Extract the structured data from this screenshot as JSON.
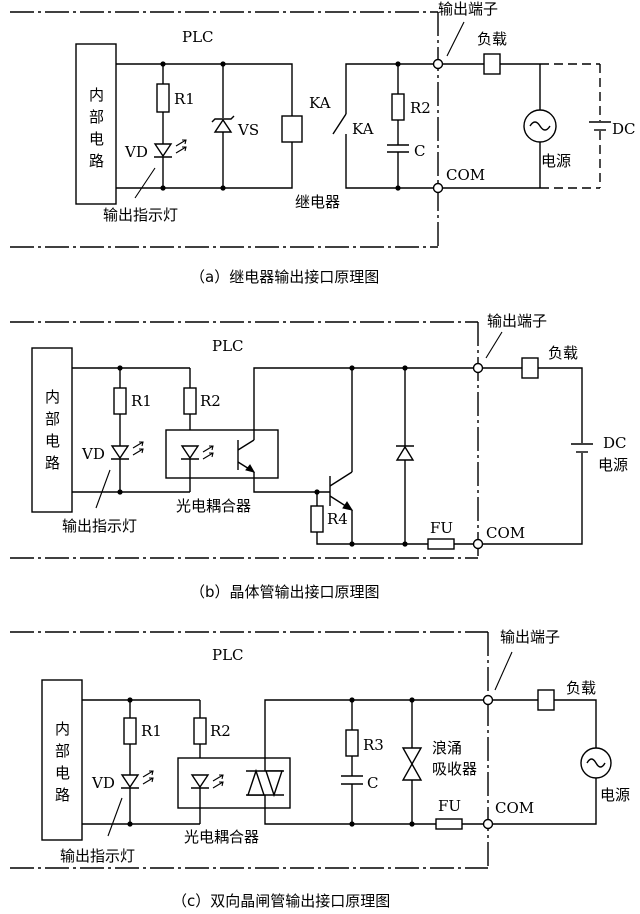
{
  "diagram_a": {
    "plc": "PLC",
    "internal": [
      "内",
      "部",
      "电",
      "路"
    ],
    "r1": "R1",
    "vd": "VD",
    "vs": "VS",
    "ka_coil": "KA",
    "ka_contact": "KA",
    "r2": "R2",
    "c": "C",
    "indicator": "输出指示灯",
    "relay": "继电器",
    "out_terminal": "输出端子",
    "load": "负载",
    "com": "COM",
    "power": "电源",
    "dc": "DC",
    "caption": "（a）继电器输出接口原理图"
  },
  "diagram_b": {
    "plc": "PLC",
    "internal": [
      "内",
      "部",
      "电",
      "路"
    ],
    "r1": "R1",
    "r2": "R2",
    "r4": "R4",
    "vd": "VD",
    "indicator": "输出指示灯",
    "coupler": "光电耦合器",
    "fu": "FU",
    "com": "COM",
    "out_terminal": "输出端子",
    "load": "负载",
    "dc": "DC",
    "power": "电源",
    "caption": "（b）晶体管输出接口原理图"
  },
  "diagram_c": {
    "plc": "PLC",
    "internal": [
      "内",
      "部",
      "电",
      "路"
    ],
    "r1": "R1",
    "r2": "R2",
    "r3": "R3",
    "c": "C",
    "vd": "VD",
    "indicator": "输出指示灯",
    "coupler": "光电耦合器",
    "surge": [
      "浪涌",
      "吸收器"
    ],
    "fu": "FU",
    "com": "COM",
    "out_terminal": "输出端子",
    "load": "负载",
    "power": "电源",
    "caption": "（c）双向晶闸管输出接口原理图"
  }
}
